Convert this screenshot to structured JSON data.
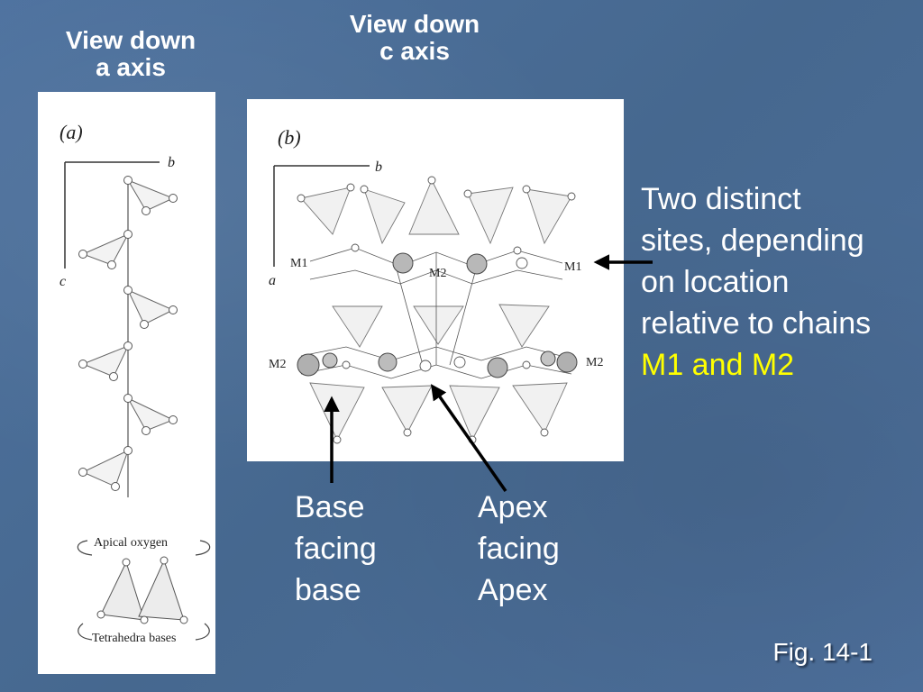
{
  "titles": {
    "a_axis": {
      "line1": "View down",
      "line2": "a axis"
    },
    "c_axis": {
      "line1": "View down",
      "line2": "c axis"
    }
  },
  "figure_a": {
    "label": "(a)",
    "axis_b": "b",
    "axis_c": "c",
    "apical_label": "Apical oxygen",
    "bases_label": "Tetrahedra bases"
  },
  "figure_b": {
    "label": "(b)",
    "axis_b": "b",
    "axis_a": "a",
    "site_labels": {
      "m1_left": "M1",
      "m2_center": "M2",
      "m1_right": "M1",
      "m2_left": "M2",
      "m2_right": "M2"
    }
  },
  "callouts": {
    "sites": {
      "line1": "Two distinct",
      "line2": "sites, depending",
      "line3": "on location",
      "line4": "relative to chains",
      "highlight": "M1 and M2"
    },
    "base": {
      "line1": "Base",
      "line2": "facing",
      "line3": "base"
    },
    "apex": {
      "line1": "Apex",
      "line2": "facing",
      "line3": "Apex"
    }
  },
  "fig_label": "Fig. 14-1",
  "colors": {
    "background": "#4a6d99",
    "text": "#ffffff",
    "highlight": "#ffff00"
  }
}
